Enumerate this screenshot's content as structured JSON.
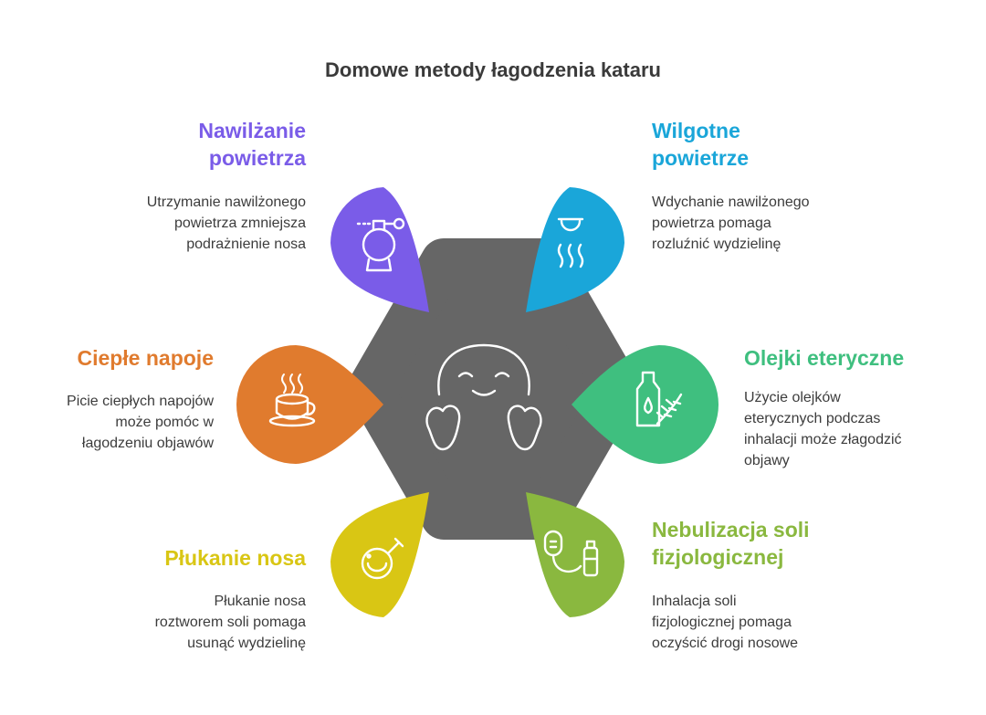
{
  "title": "Domowe metody łagodzenia kataru",
  "center_icon": "smiling-face-icon",
  "methods": [
    {
      "id": "nawilzanie",
      "title_lines": [
        "Nawilżanie",
        "powietrza"
      ],
      "desc_lines": [
        "Utrzymanie nawilżonego",
        "powietrza zmniejsza",
        "podrażnienie nosa"
      ],
      "color": "#7a5ce8",
      "icon": "humidifier-icon"
    },
    {
      "id": "wilgotne",
      "title_lines": [
        "Wilgotne",
        "powietrze"
      ],
      "desc_lines": [
        "Wdychanie nawilżonego",
        "powietrza pomaga",
        "rozluźnić wydzielinę"
      ],
      "color": "#1aa6d9",
      "icon": "steam-lamp-icon"
    },
    {
      "id": "cieple",
      "title_lines": [
        "Ciepłe napoje"
      ],
      "desc_lines": [
        "Picie ciepłych napojów",
        "może pomóc w",
        "łagodzeniu objawów"
      ],
      "color": "#e07b2e",
      "icon": "hot-cup-icon"
    },
    {
      "id": "olejki",
      "title_lines": [
        "Olejki eteryczne"
      ],
      "desc_lines": [
        "Użycie olejków",
        "eterycznych podczas",
        "inhalacji może złagodzić",
        "objawy"
      ],
      "color": "#3fbf7f",
      "icon": "oil-bottle-icon"
    },
    {
      "id": "plukanie",
      "title_lines": [
        "Płukanie nosa"
      ],
      "desc_lines": [
        "Płukanie nosa",
        "roztworem soli pomaga",
        "usunąć wydzielinę"
      ],
      "color": "#d9c614",
      "icon": "nasal-bulb-icon"
    },
    {
      "id": "nebulizacja",
      "title_lines": [
        "Nebulizacja soli",
        "fizjologicznej"
      ],
      "desc_lines": [
        "Inhalacja soli",
        "fizjologicznej pomaga",
        "oczyścić drogi nosowe"
      ],
      "color": "#8ab83f",
      "icon": "nebulizer-icon"
    }
  ]
}
